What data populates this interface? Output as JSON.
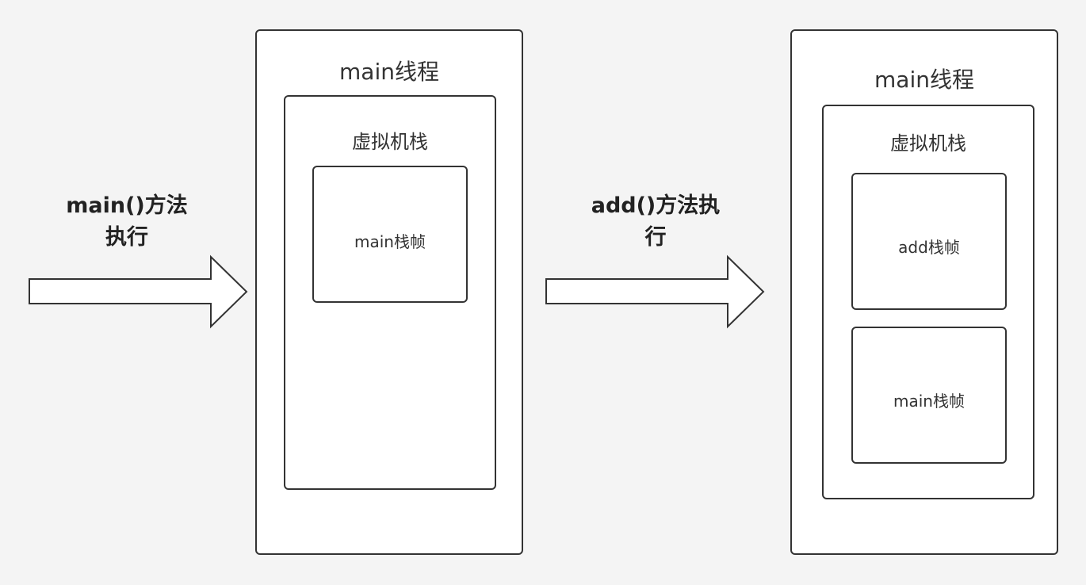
{
  "steps": [
    {
      "label_line1": "main()方法",
      "label_line2": "执行"
    },
    {
      "label_line1": "add()方法执",
      "label_line2": "行"
    }
  ],
  "left": {
    "thread_title": "main线程",
    "stack_title": "虚拟机栈",
    "frames": [
      "main栈帧"
    ]
  },
  "right": {
    "thread_title": "main线程",
    "stack_title": "虚拟机栈",
    "frames": [
      "add栈帧",
      "main栈帧"
    ]
  },
  "colors": {
    "background": "#f4f4f4",
    "stroke": "#333333",
    "fill": "#ffffff"
  }
}
